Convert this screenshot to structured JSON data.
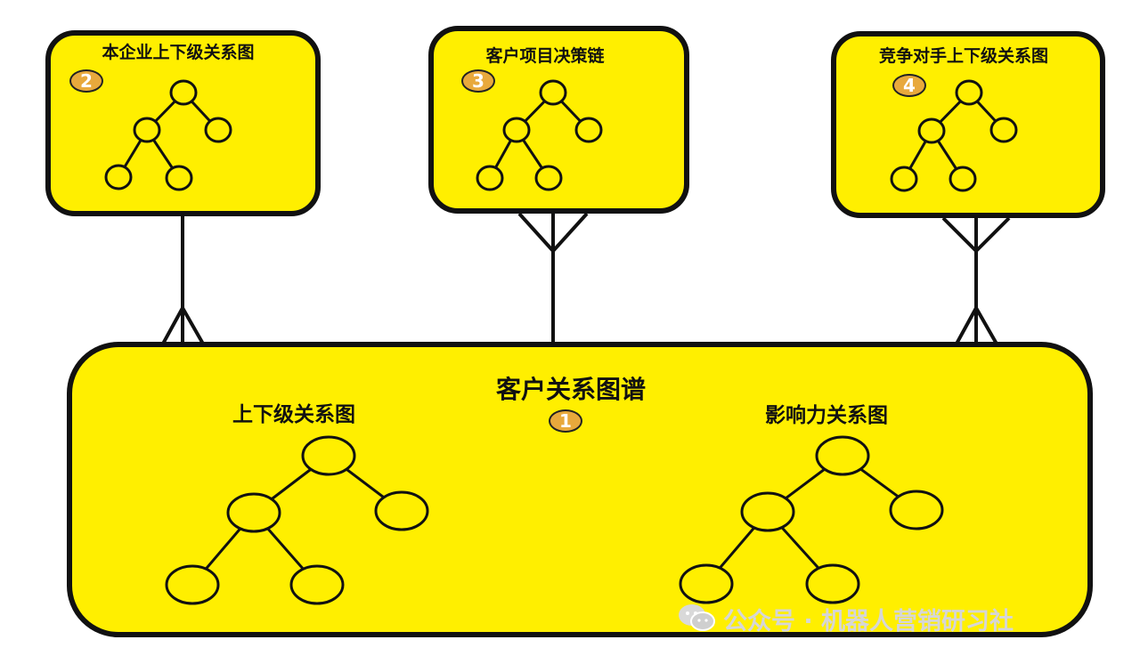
{
  "main": {
    "title": "客户关系图谱",
    "badge": "1",
    "left_sub": "上下级关系图",
    "right_sub": "影响力关系图"
  },
  "boxes": [
    {
      "title": "本企业上下级关系图",
      "badge": "2"
    },
    {
      "title": "客户项目决策链",
      "badge": "3"
    },
    {
      "title": "竞争对手上下级关系图",
      "badge": "4"
    }
  ],
  "watermark": "公众号 · 机器人营销研习社",
  "colors": {
    "fill": "#ffef00",
    "stroke": "#111111",
    "badge": "#e8a93c"
  }
}
